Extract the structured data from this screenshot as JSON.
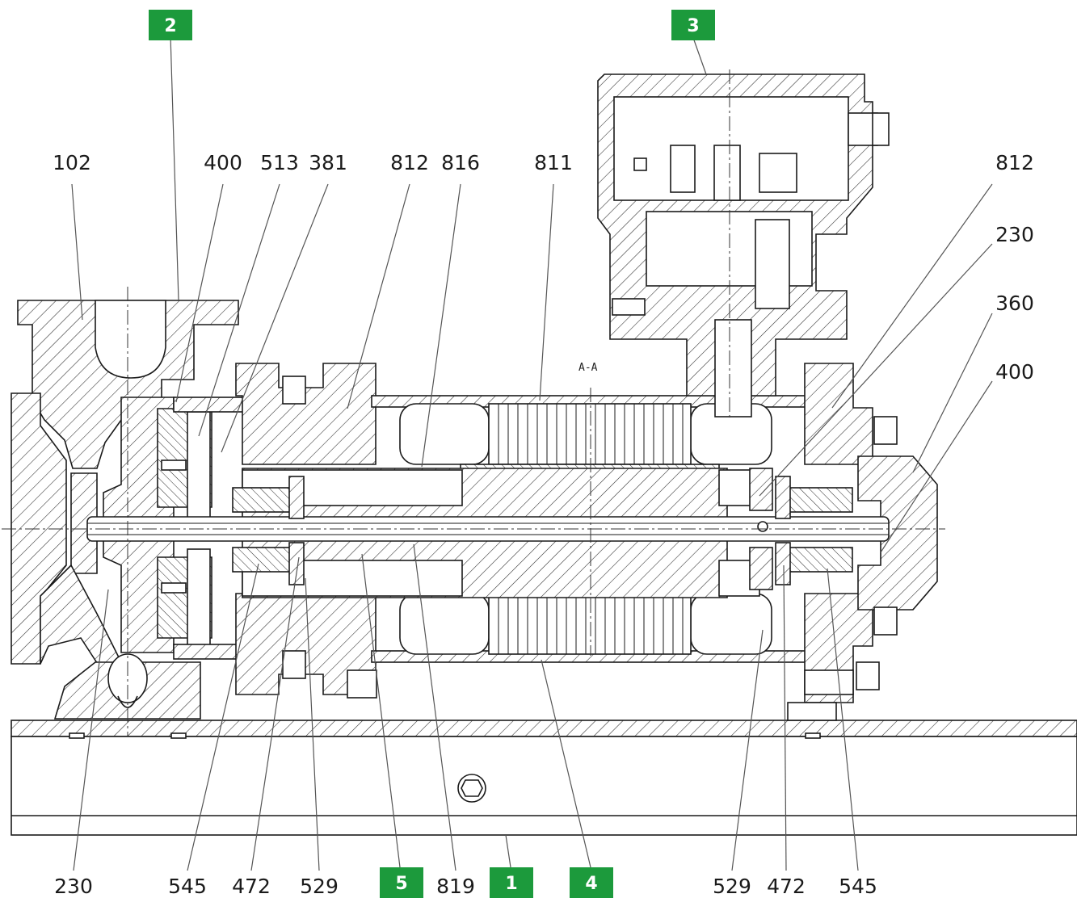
{
  "section_label": "A-A",
  "badge_color": "#1c9a3c",
  "badges": [
    "2",
    "3",
    "5",
    "1",
    "4"
  ],
  "top_labels": [
    "102",
    "400",
    "513",
    "381",
    "812",
    "816",
    "811",
    "812",
    "230",
    "360",
    "400"
  ],
  "bottom_labels": [
    "230",
    "545",
    "472",
    "529",
    "819",
    "529",
    "472",
    "545"
  ]
}
